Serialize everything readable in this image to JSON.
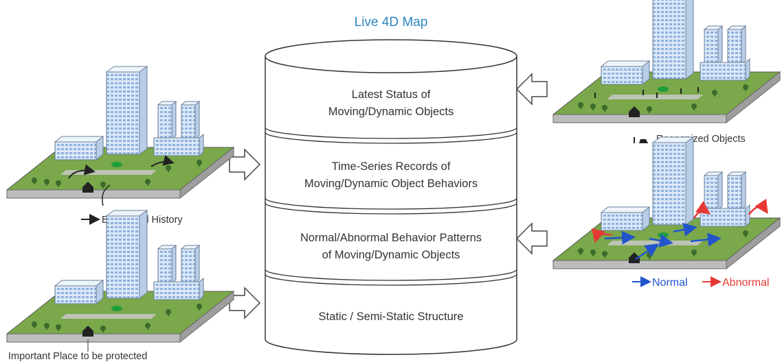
{
  "title": "Live 4D Map",
  "layers": [
    {
      "line1": "Latest Status of",
      "line2": "Moving/Dynamic Objects"
    },
    {
      "line1": "Time-Series Records of",
      "line2": "Moving/Dynamic Object Behaviors"
    },
    {
      "line1": "Normal/Abnormal Behavior Patterns",
      "line2": "of Moving/Dynamic Objects"
    },
    {
      "line1": "Static / Semi-Static Structure",
      "line2": ""
    }
  ],
  "captions": {
    "behavioral_history": "Behavioral History",
    "important_place": "Important Place to be protected",
    "recognized_objects": "Recognized Objects",
    "normal": "Normal",
    "abnormal": "Abnormal"
  },
  "colors": {
    "title": "#2e86c1",
    "normal": "#2255cc",
    "abnormal": "#e53935",
    "ground": "#7aa84a",
    "building": "#d6e6f8",
    "window": "#7fa8d6"
  }
}
